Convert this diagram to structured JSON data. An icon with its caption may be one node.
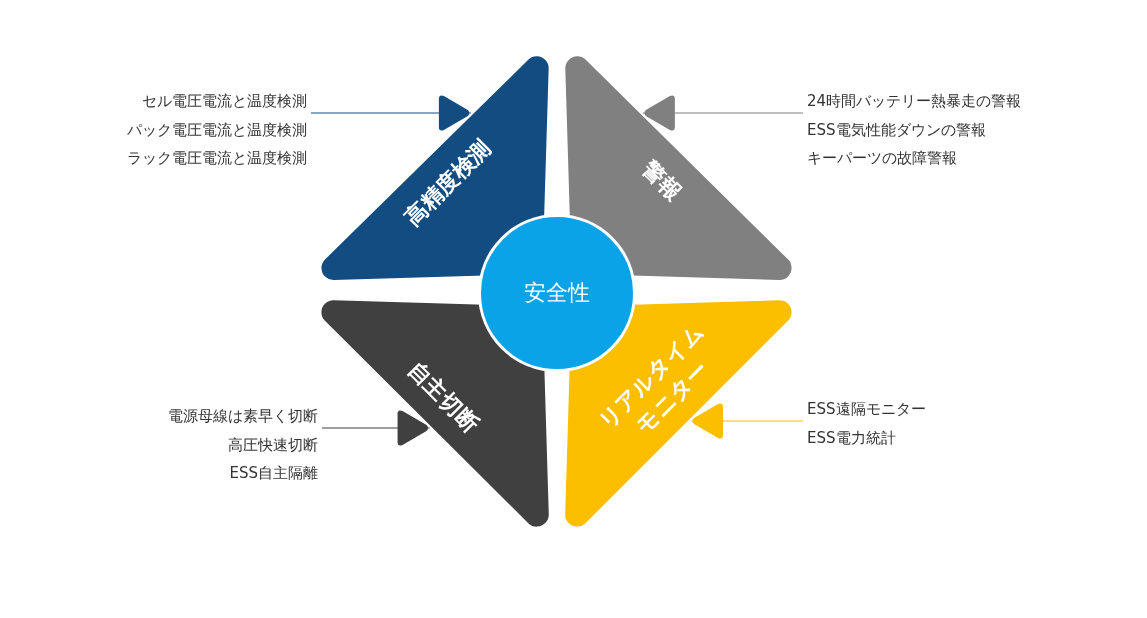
{
  "diagram": {
    "nodes": [
      {
        "text": [
          "安全性"
        ]
      },
      {
        "text": [
          "高精度検測"
        ]
      },
      {
        "text": [
          "警報"
        ]
      },
      {
        "text": [
          "自主切断"
        ]
      },
      {
        "text": [
          "リアルタイムモニター"
        ]
      },
      {
        "text": [
          "セル電圧電流と温度検測",
          "パック電圧電流と温度検測",
          "ラック電圧電流と温度検測"
        ]
      },
      {
        "text": [
          "24時間バッテリー熱暴走の警報",
          "ESS電気性能ダウンの警報",
          "キーパーツの故障警報"
        ]
      },
      {
        "text": [
          "電源母線は素早く切断",
          "高圧快速切断",
          "ESS自主隔離"
        ]
      },
      {
        "text": [
          "ESS遠隔モニター",
          "ESS電力統計"
        ]
      }
    ],
    "edges": [
      {
        "from": 5,
        "to": 1,
        "arrow": "to",
        "color": "#124c80"
      },
      {
        "from": 6,
        "to": 2,
        "arrow": "to",
        "color": "#808080"
      },
      {
        "from": 7,
        "to": 3,
        "arrow": "to",
        "color": "#404040"
      },
      {
        "from": 8,
        "to": 4,
        "arrow": "to",
        "color": "#fbbf00"
      }
    ]
  }
}
